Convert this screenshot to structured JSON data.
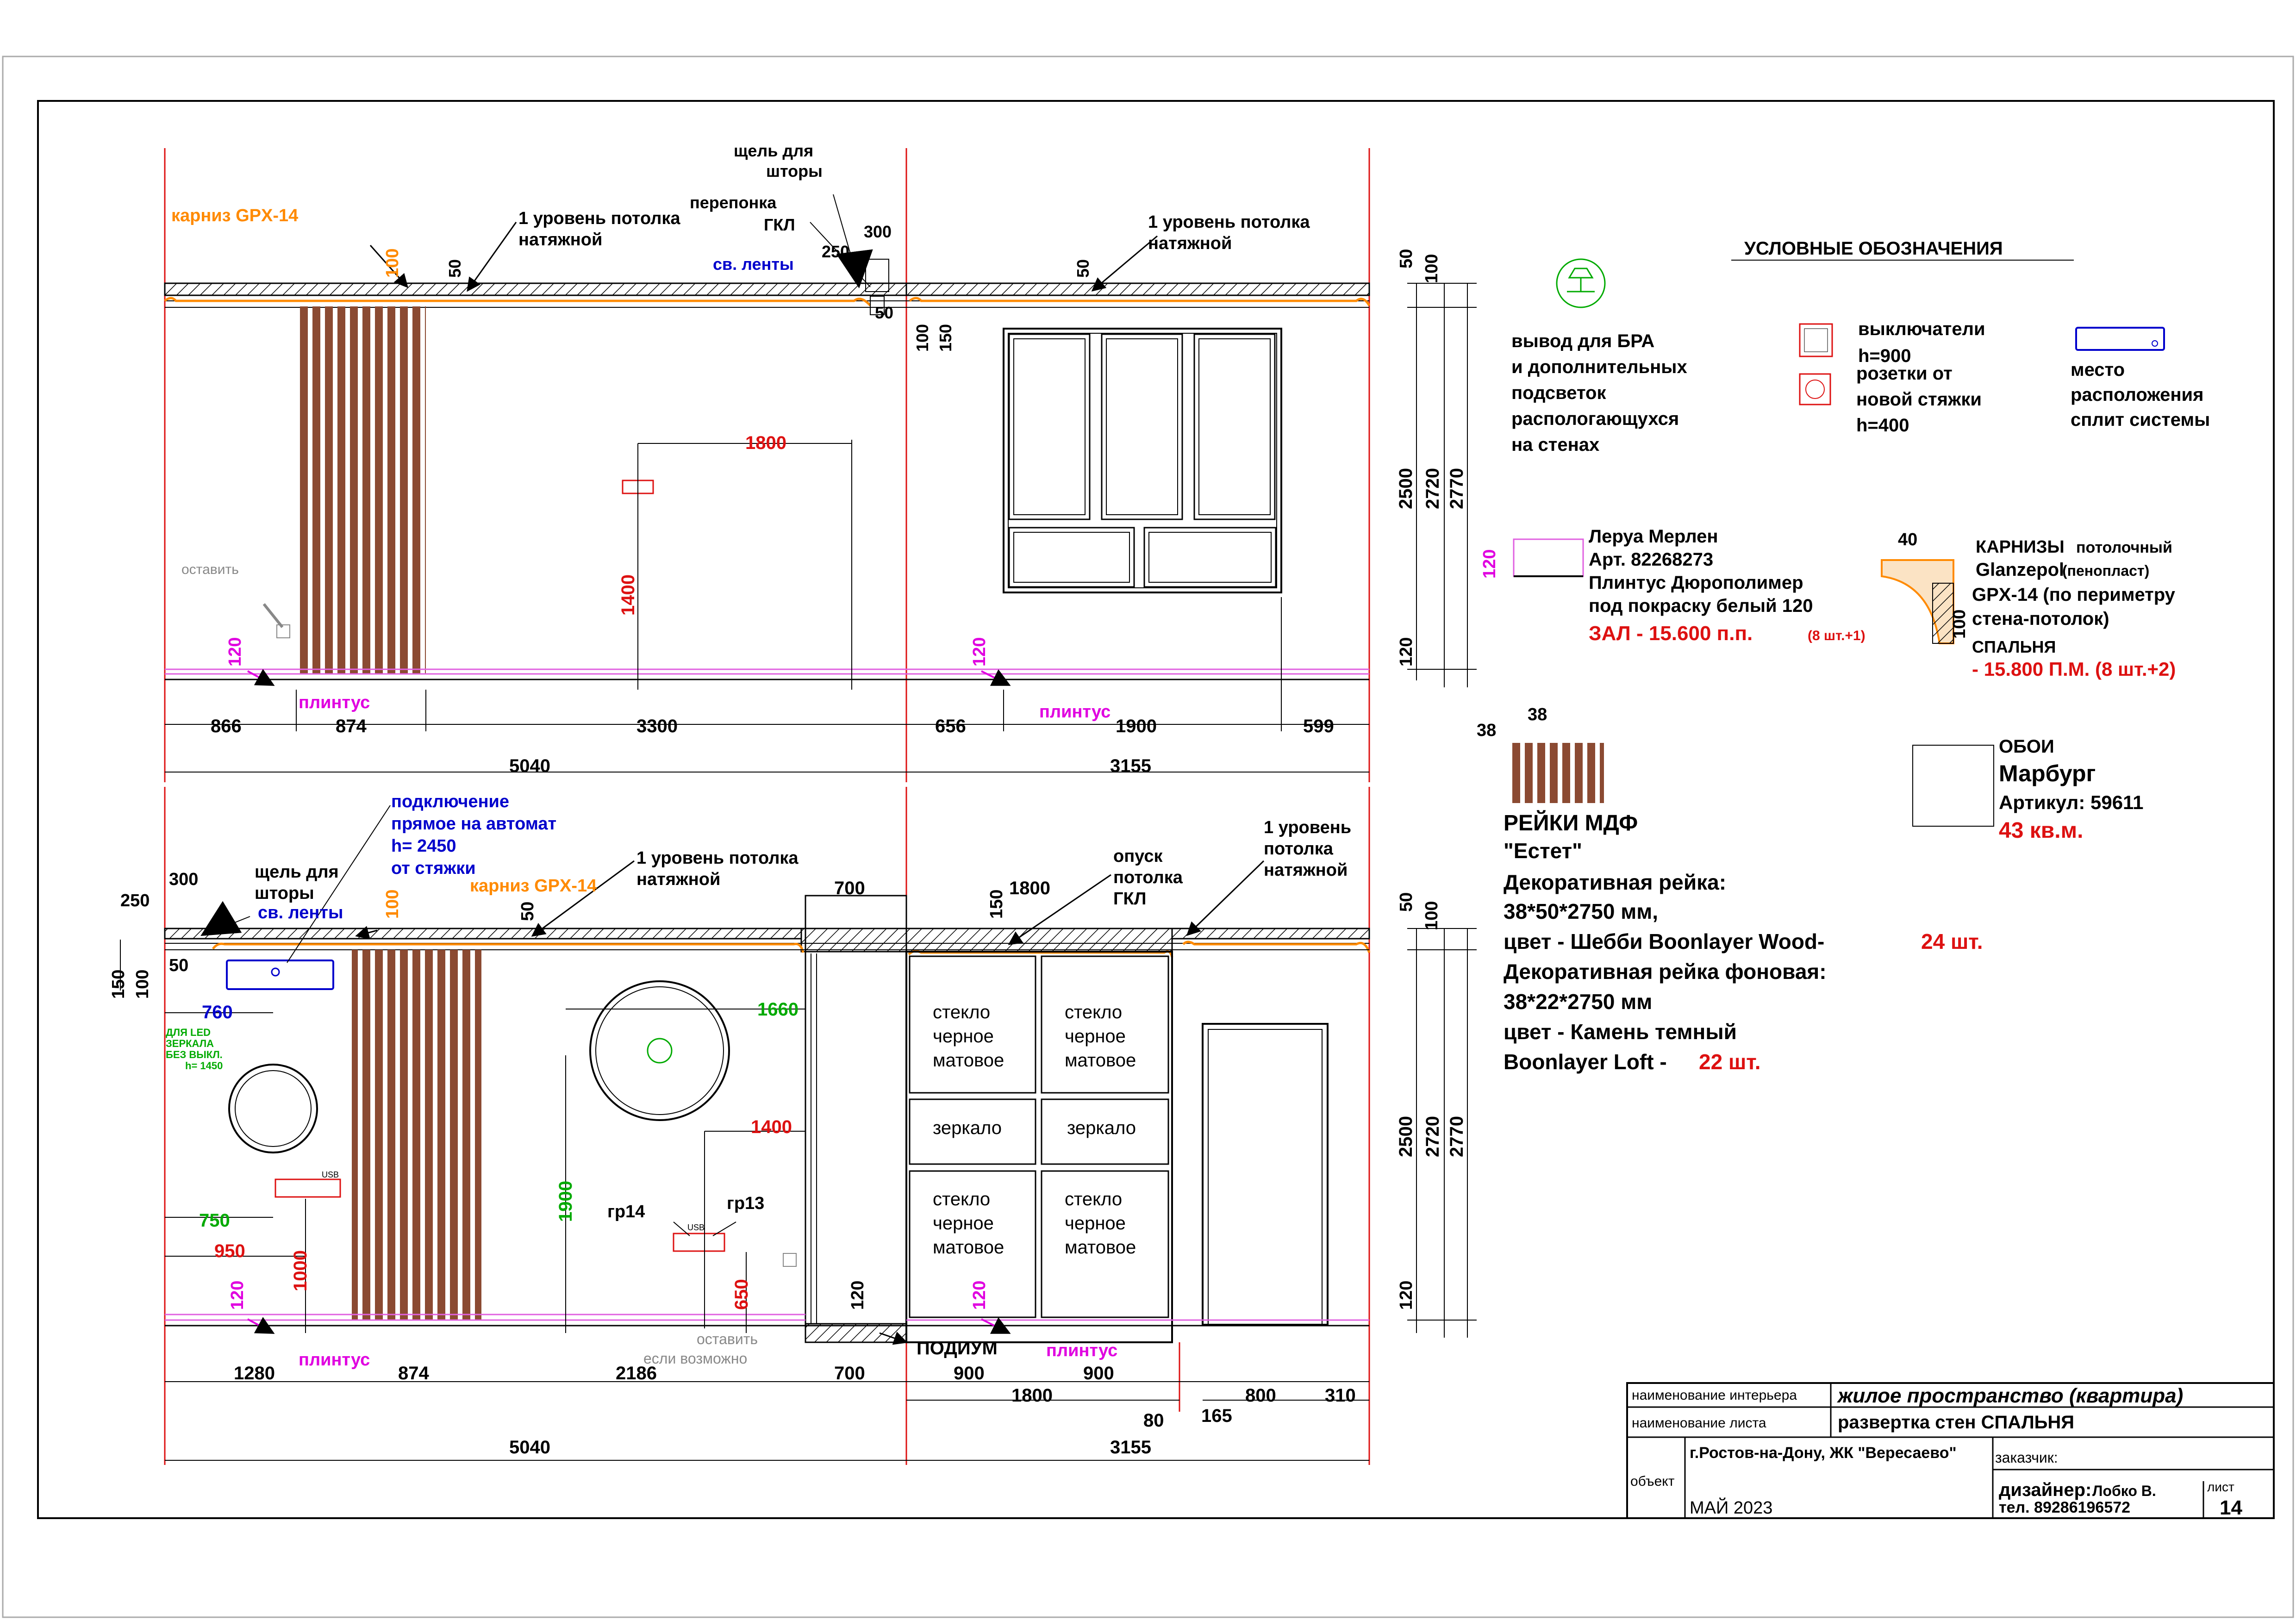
{
  "colors": {
    "line": "#000000",
    "red": "#dd1111",
    "magenta": "#e000e0",
    "orange": "#ff8a00",
    "blue": "#0000cc",
    "green": "#00aa00",
    "wood": "#8b4a32",
    "grey": "#888888",
    "pink_line": "#e060e0"
  },
  "top": {
    "dims_bottom": [
      "866",
      "874",
      "3300",
      "656",
      "1900",
      "599"
    ],
    "totals": [
      "5040",
      "3155"
    ],
    "vdims": [
      "50",
      "100",
      "2500",
      "2720",
      "2770",
      "120"
    ],
    "labels": {
      "cornice": "карниз GPX-14",
      "cornice_dim": "100",
      "ceiling1_a": "1 уровень потолка",
      "ceiling1_b": "натяжной",
      "ceiling_dim": "50",
      "curtain_gap_a": "щель для",
      "curtain_gap_b": "шторы",
      "partition_a": "перепонка",
      "partition_b": "ГКЛ",
      "light_strip": "св. ленты",
      "d300": "300",
      "d250": "250",
      "d50": "50",
      "d100": "100",
      "d150": "150",
      "ceiling2_a": "1 уровень потолка",
      "ceiling2_b": "натяжной",
      "ceiling2_dim": "50",
      "d1800": "1800",
      "d1400": "1400",
      "leave": "оставить",
      "plinth_h1": "120",
      "plinth_h2": "120",
      "plinth1": "плинтус",
      "plinth2": "плинтус"
    }
  },
  "legend": {
    "title": "УСЛОВНЫЕ ОБОЗНАЧЕНИЯ",
    "bra": [
      "вывод для БРА",
      "и дополнительных",
      "подсветок",
      "распологающухся",
      "на стенах"
    ],
    "switch": [
      "выключатели",
      "h=900"
    ],
    "socket": [
      "розетки от",
      "новой стяжки",
      "h=400"
    ],
    "ac": [
      "место",
      "расположения",
      "сплит системы"
    ],
    "plinth_block": {
      "dim": "120",
      "l1": "Леруа Мерлен",
      "l2": "Арт. 82268273",
      "l3": "Плинтус  Дюрополимер",
      "l4": "под покраску белый 120",
      "red": "ЗАЛ - 15.600 п.п.",
      "red_small": "(8 шт.+1)"
    },
    "cornice_block": {
      "d40": "40",
      "d100": "100",
      "l1": "КАРНИЗЫ",
      "l1b": "потолочный",
      "l2": "Glanzepol",
      "l2b": "(пенопласт)",
      "l3": "GPX-14  (по периметру",
      "l4": "стена-потолок)",
      "l5": "СПАЛЬНЯ",
      "red": "- 15.800 П.М. (8 шт.+2)"
    },
    "slats": {
      "d1": "38",
      "d2": "38",
      "title": "РЕЙКИ МДФ",
      "brand": "\"Естет\"",
      "l1": "Декоративная рейка:",
      "l2": "38*50*2750 мм,",
      "l3": "цвет - Шебби Boonlayer Wood-",
      "l3red": "24 шт.",
      "l4": "Декоративная рейка фоновая:",
      "l5": "38*22*2750 мм",
      "l6": "цвет - Камень темный",
      "l7": "Boonlayer Loft -",
      "l7red": "22 шт."
    },
    "wallpaper": {
      "l1": "ОБОИ",
      "l2": "Марбург",
      "l3": "Артикул: 59611",
      "red": "43 кв.м."
    }
  },
  "bottom": {
    "dims_bottom": [
      "1280",
      "874",
      "2186",
      "700",
      "900",
      "900",
      "310",
      "800",
      "165",
      "80"
    ],
    "totals": [
      "5040",
      "1800",
      "3155"
    ],
    "vdims": [
      "50",
      "100",
      "2500",
      "2720",
      "2770",
      "120"
    ],
    "labels": {
      "connect": [
        "подключение",
        "прямое на автомат",
        "h= 2450",
        "от стяжки"
      ],
      "curtain_gap": [
        "щель для",
        "шторы"
      ],
      "d300": "300",
      "d250": "250",
      "light_strip": "св. ленты",
      "cornice": "карниз GPX-14",
      "cornice_dim": "100",
      "ceiling1": [
        "1 уровень потолка",
        "натяжной"
      ],
      "ceiling_dim": "50",
      "d700": "700",
      "d150": "150",
      "d1800": "1800",
      "drop": [
        "опуск",
        "потолка",
        "ГКЛ"
      ],
      "ceiling2": [
        "1 уровень",
        "потолка",
        "натяжной"
      ],
      "d150b": "150",
      "d100b": "100",
      "d50": "50",
      "d760": "760",
      "led": [
        "ДЛЯ LED",
        "ЗЕРКАЛА",
        "БЕЗ ВЫКЛ.",
        "h= 1450"
      ],
      "usb1": "USB",
      "usb2": "USB",
      "d1660": "1660",
      "d1400": "1400",
      "d1900": "1900",
      "gr14": "гр14",
      "gr13": "гр13",
      "d750": "750",
      "d950": "950",
      "d1000": "1000",
      "d650": "650",
      "d120a": "120",
      "d120b": "120",
      "d120c": "120",
      "plinth1": "плинтус",
      "plinth2": "плинтус",
      "leave": [
        "оставить",
        "если возможно"
      ],
      "podium": "ПОДИУМ",
      "glass": [
        "стекло",
        "черное",
        "матовое"
      ],
      "mirror": "зеркало"
    }
  },
  "titleblock": {
    "r1_label": "наименование интерьера",
    "r1_value": "жилое пространство (квартира)",
    "r2_label": "наименование листа",
    "r2_value": "развертка стен СПАЛЬНЯ",
    "object_label": "объект",
    "object_value": "г.Ростов-на-Дону, ЖК \"Вересаево\"",
    "customer_label": "заказчик:",
    "date": "МАЙ 2023",
    "designer_label": "дизайнер:",
    "designer_name": "Лобко В.",
    "phone": "тел. 89286196572",
    "sheet_label": "лист",
    "sheet_no": "14"
  }
}
